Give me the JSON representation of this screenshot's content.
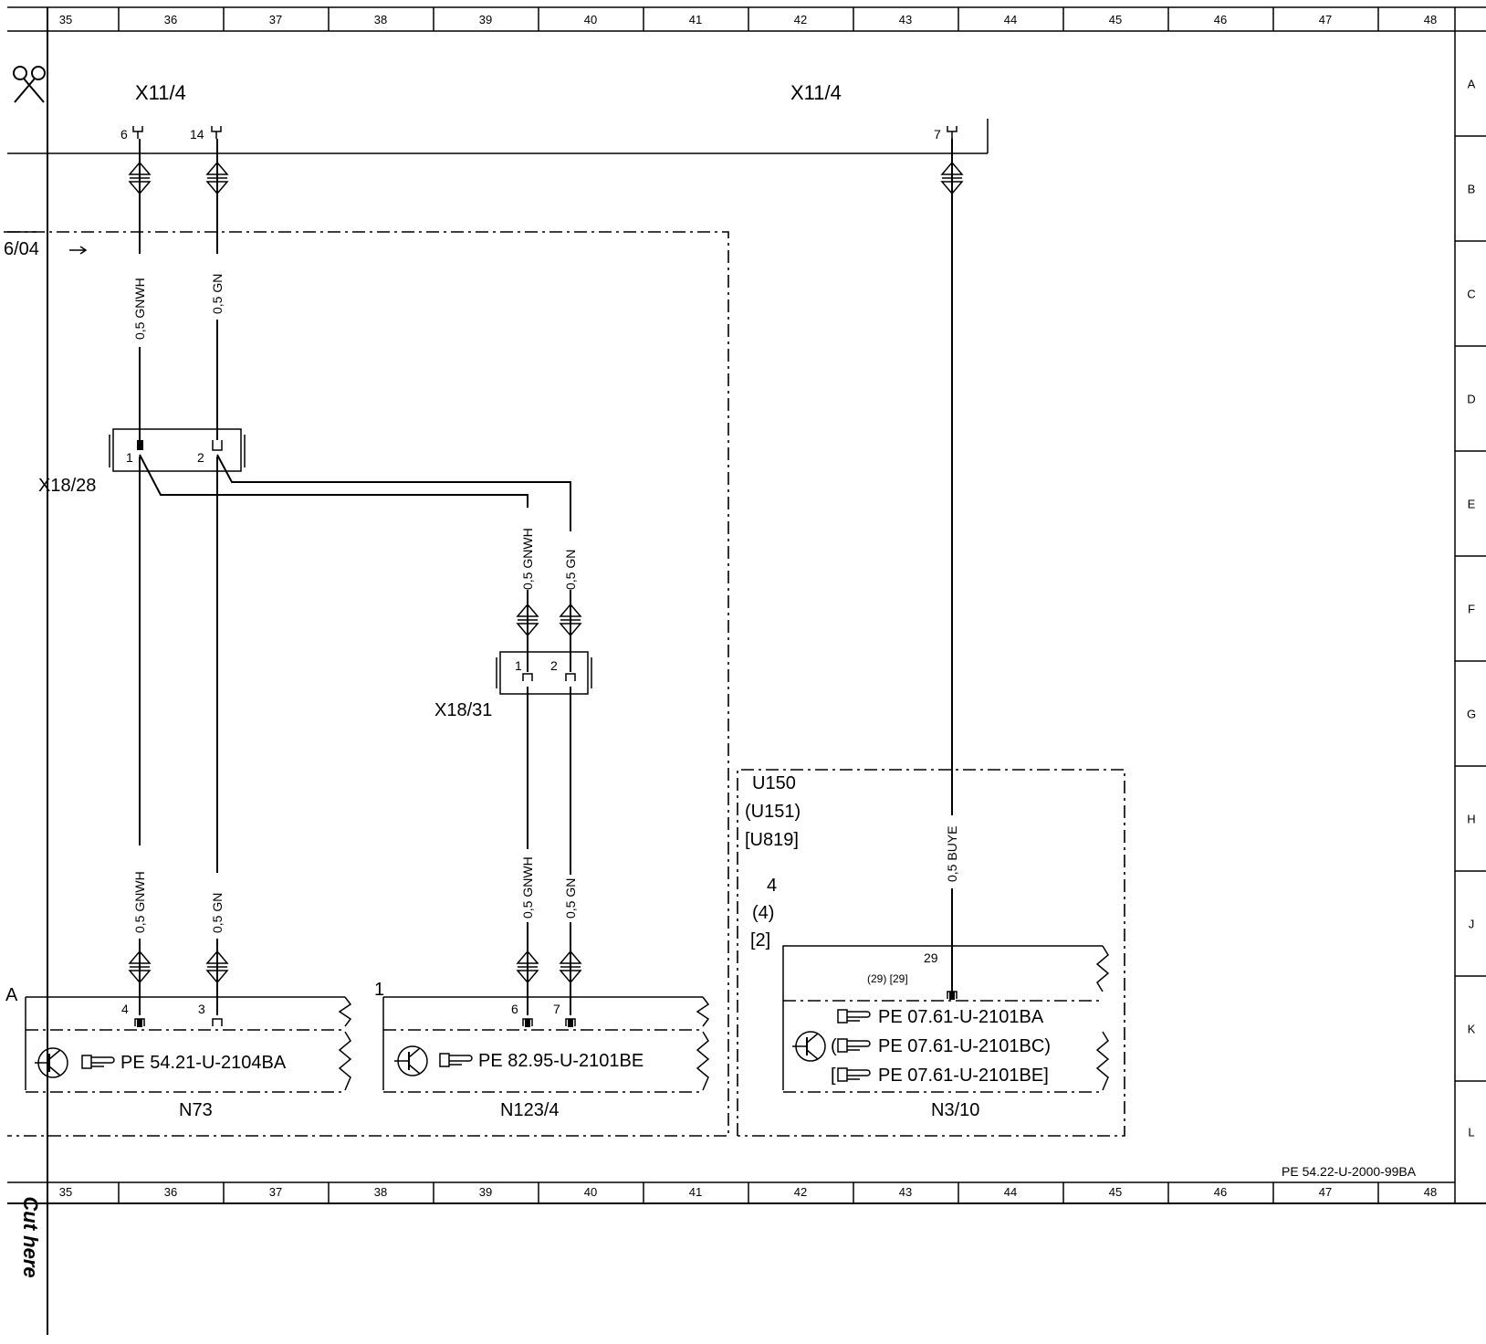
{
  "grid": {
    "columns": [
      "35",
      "36",
      "37",
      "38",
      "39",
      "40",
      "41",
      "42",
      "43",
      "44",
      "45",
      "46",
      "47",
      "48"
    ],
    "rows": [
      "A",
      "B",
      "C",
      "D",
      "E",
      "F",
      "G",
      "H",
      "J",
      "K",
      "L"
    ]
  },
  "cut_label": "Cut here",
  "scissors_icon": "scissors-icon",
  "page_ref_left": "6/04",
  "footer_ref": "PE 54.22-U-2000-99BA",
  "connectors": {
    "x11_4_left": "X11/4",
    "x11_4_right": "X11/4",
    "pin_6": "6",
    "pin_14": "14",
    "pin_7": "7",
    "x18_28": "X18/28",
    "x18_28_pin1": "1",
    "x18_28_pin2": "2",
    "x18_31": "X18/31",
    "x18_31_pin1": "1",
    "x18_31_pin2": "2"
  },
  "wires": {
    "w1_top": "0,5 GNWH",
    "w2_top": "0,5 GN",
    "w1_bottom": "0,5 GNWH",
    "w2_bottom": "0,5 GN",
    "w3_top": "0,5 GNWH",
    "w4_top": "0,5 GN",
    "w3_bottom": "0,5 GNWH",
    "w4_bottom": "0,5 GN",
    "w5": "0,5 BUYE"
  },
  "components": {
    "n73": {
      "name": "N73",
      "corner": "A",
      "pin_a": "4",
      "pin_b": "3",
      "ref": "PE 54.21-U-2104BA"
    },
    "n123_4": {
      "name": "N123/4",
      "corner": "1",
      "pin_a": "6",
      "pin_b": "7",
      "ref": "PE 82.95-U-2101BE"
    },
    "n3_10": {
      "name": "N3/10",
      "pin_top": "29",
      "pin_alt": "(29) [29]",
      "ref1": "PE 07.61-U-2101BA",
      "ref2": "(",
      "ref2_text": "PE 07.61-U-2101BC)",
      "ref3": "[",
      "ref3_text": "PE 07.61-U-2101BE]"
    },
    "u150": {
      "l1": "U150",
      "l2": "(U151)",
      "l3": "[U819]",
      "v1": "4",
      "v2": "(4)",
      "v3": "[2]"
    }
  }
}
